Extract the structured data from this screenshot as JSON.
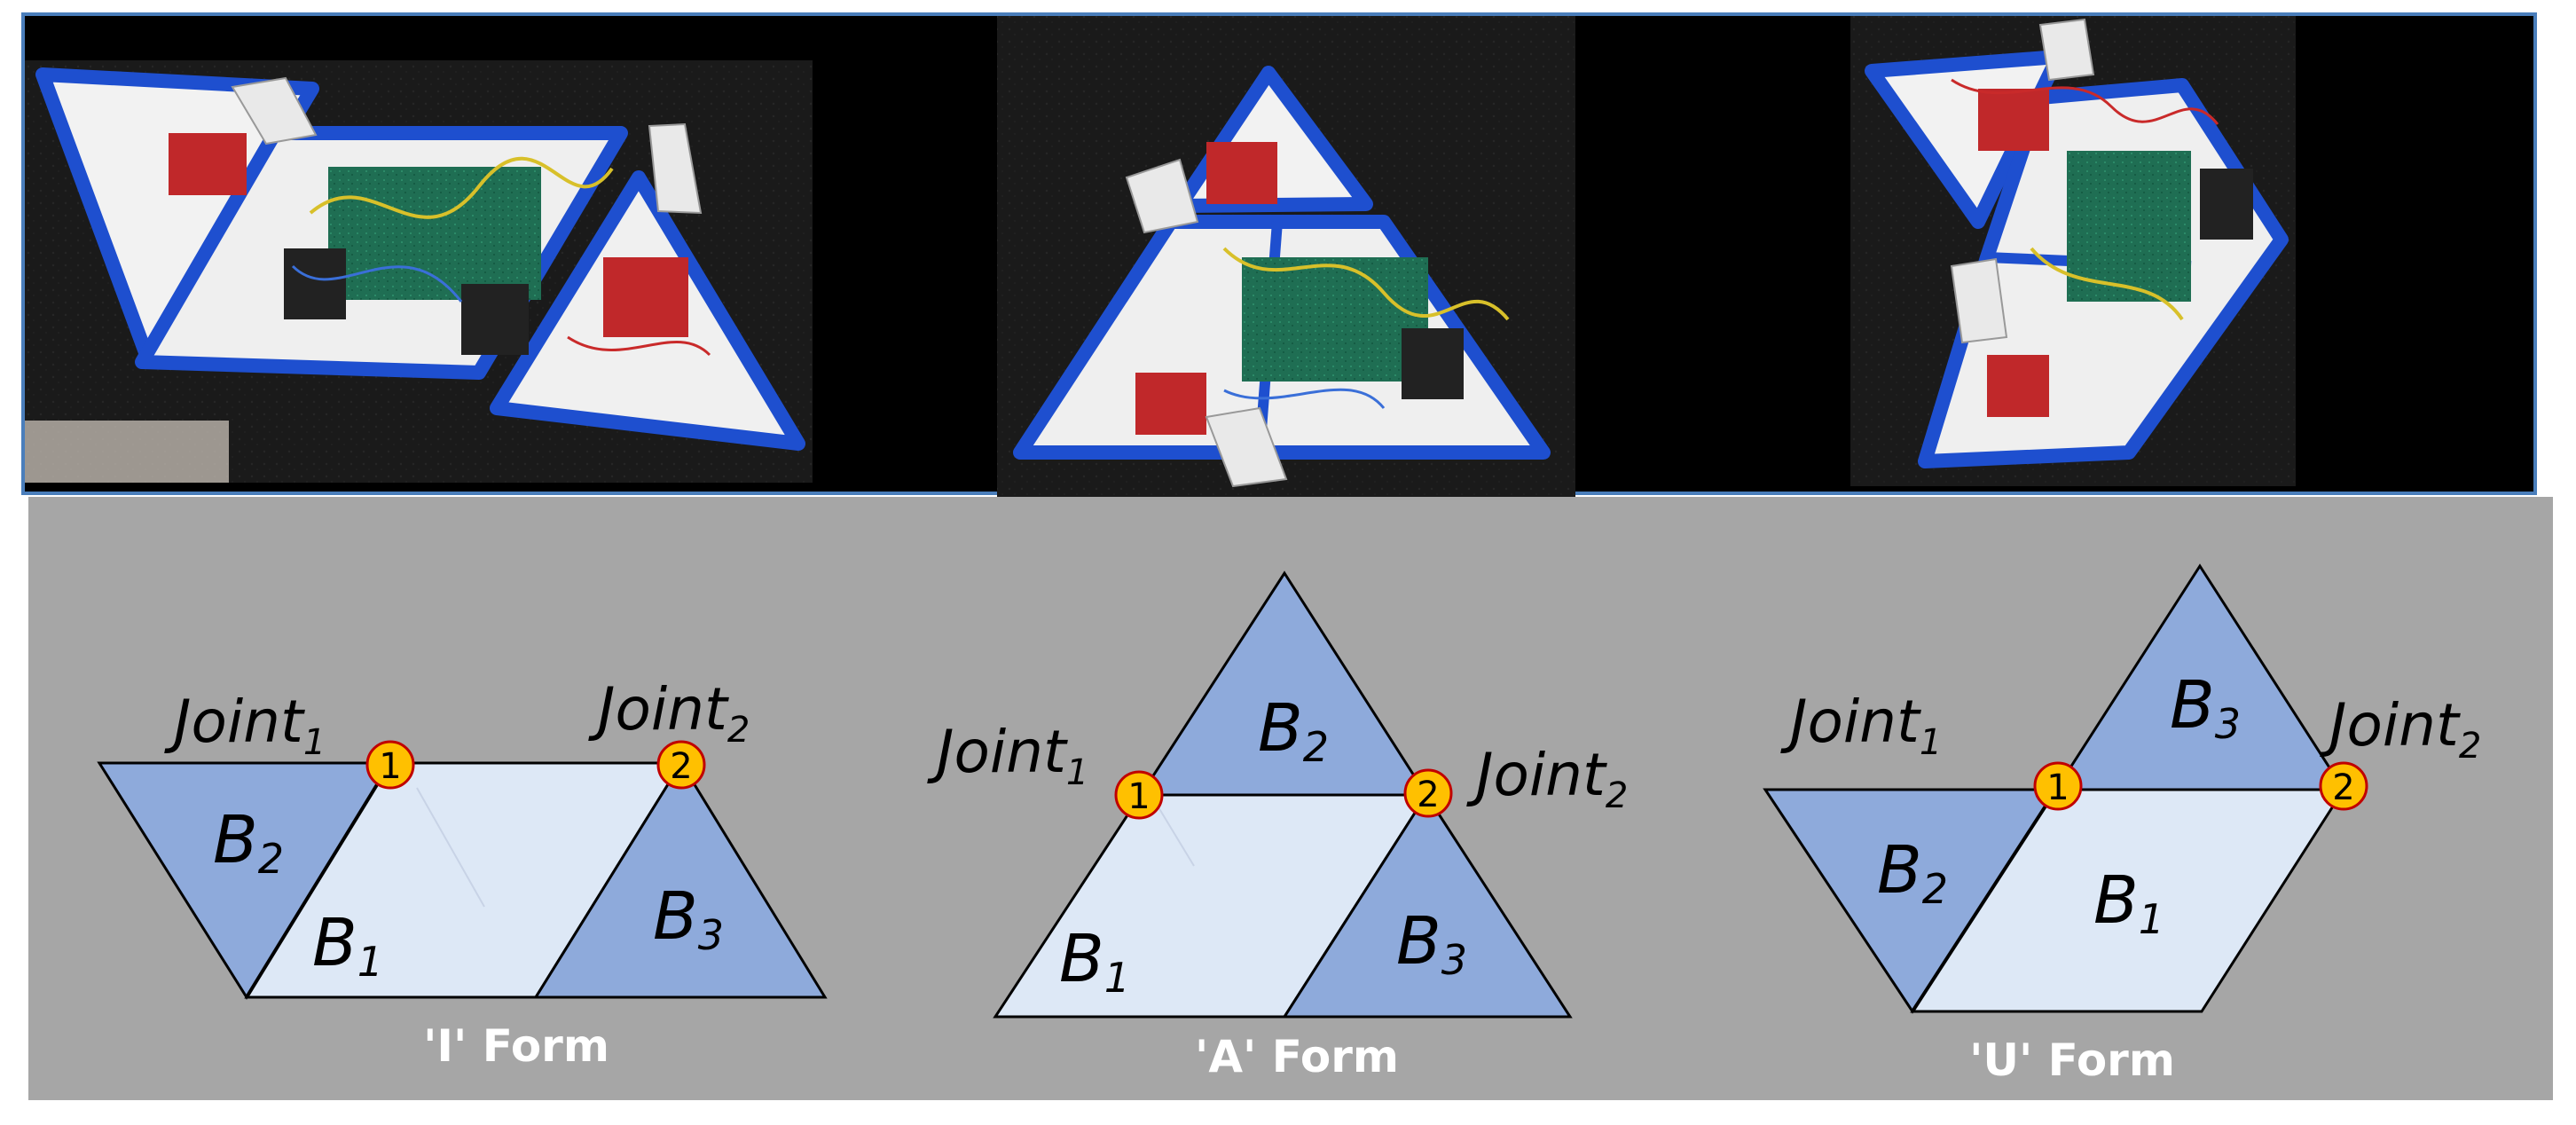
{
  "photos": [
    {
      "id": "photo-i"
    },
    {
      "id": "photo-a"
    },
    {
      "id": "photo-u"
    }
  ],
  "forms": [
    {
      "caption": "'I' Form",
      "labels": {
        "b1": "B",
        "b1_sub": "1",
        "b2": "B",
        "b2_sub": "2",
        "b3": "B",
        "b3_sub": "3"
      },
      "joints": [
        {
          "text": "Joint",
          "sub": "1",
          "marker": "1"
        },
        {
          "text": "Joint",
          "sub": "2",
          "marker": "2"
        }
      ]
    },
    {
      "caption": "'A' Form",
      "labels": {
        "b1": "B",
        "b1_sub": "1",
        "b2": "B",
        "b2_sub": "2",
        "b3": "B",
        "b3_sub": "3"
      },
      "joints": [
        {
          "text": "Joint",
          "sub": "1",
          "marker": "1"
        },
        {
          "text": "Joint",
          "sub": "2",
          "marker": "2"
        }
      ]
    },
    {
      "caption": "'U' Form",
      "labels": {
        "b1": "B",
        "b1_sub": "1",
        "b2": "B",
        "b2_sub": "2",
        "b3": "B",
        "b3_sub": "3"
      },
      "joints": [
        {
          "text": "Joint",
          "sub": "1",
          "marker": "1"
        },
        {
          "text": "Joint",
          "sub": "2",
          "marker": "2"
        }
      ]
    }
  ],
  "colors": {
    "panel_gray": "#a6a6a6",
    "photo_black": "#000000",
    "photo_border": "#4a7ebb",
    "light_triangle": "#dde8f6",
    "dark_triangle": "#8eaadb",
    "joint_fill": "#ffc000",
    "joint_ring": "#c00000",
    "caption_white": "#ffffff"
  }
}
